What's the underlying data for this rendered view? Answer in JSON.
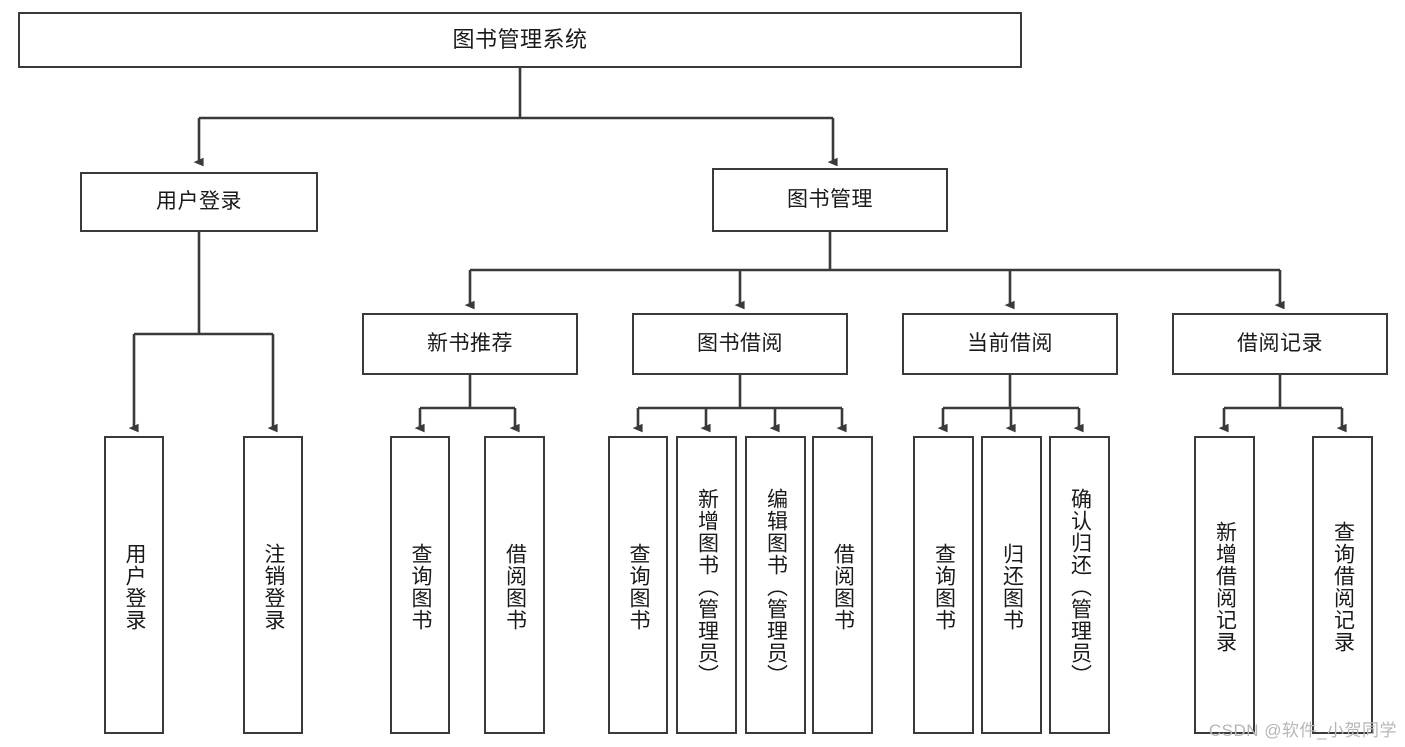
{
  "diagram": {
    "title": "图书管理系统",
    "type": "hierarchy-tree",
    "watermark": "CSDN @软件_小贺同学",
    "colors": {
      "box_border": "#3a3a3a",
      "box_fill": "#ffffff",
      "connector": "#3a3a3a",
      "text": "#1a1a1a",
      "watermark": "#b6b6b6",
      "background": "#ffffff"
    },
    "levels": {
      "root": {
        "label": "图书管理系统"
      },
      "level2": [
        {
          "id": "user-login",
          "label": "用户登录"
        },
        {
          "id": "book-management",
          "label": "图书管理"
        }
      ],
      "level3": [
        {
          "id": "new-book-recommend",
          "label": "新书推荐"
        },
        {
          "id": "book-borrow",
          "label": "图书借阅"
        },
        {
          "id": "current-borrow",
          "label": "当前借阅"
        },
        {
          "id": "borrow-record",
          "label": "借阅记录"
        }
      ],
      "leaves": {
        "user_login": [
          {
            "id": "leaf-user-login",
            "label": "用户登录"
          },
          {
            "id": "leaf-user-logout",
            "label": "注销登录"
          }
        ],
        "new_book_recommend": [
          {
            "id": "leaf-query-book-1",
            "label": "查询图书"
          },
          {
            "id": "leaf-borrow-book-1",
            "label": "借阅图书"
          }
        ],
        "book_borrow": [
          {
            "id": "leaf-query-book-2",
            "label": "查询图书"
          },
          {
            "id": "leaf-add-book",
            "label": "新增图书（管理员）"
          },
          {
            "id": "leaf-edit-book",
            "label": "编辑图书（管理员）"
          },
          {
            "id": "leaf-borrow-book-2",
            "label": "借阅图书"
          }
        ],
        "current_borrow": [
          {
            "id": "leaf-query-book-3",
            "label": "查询图书"
          },
          {
            "id": "leaf-return-book",
            "label": "归还图书"
          },
          {
            "id": "leaf-confirm-return",
            "label": "确认归还（管理员）"
          }
        ],
        "borrow_record": [
          {
            "id": "leaf-add-record",
            "label": "新增借阅记录"
          },
          {
            "id": "leaf-query-record",
            "label": "查询借阅记录"
          }
        ]
      }
    }
  }
}
